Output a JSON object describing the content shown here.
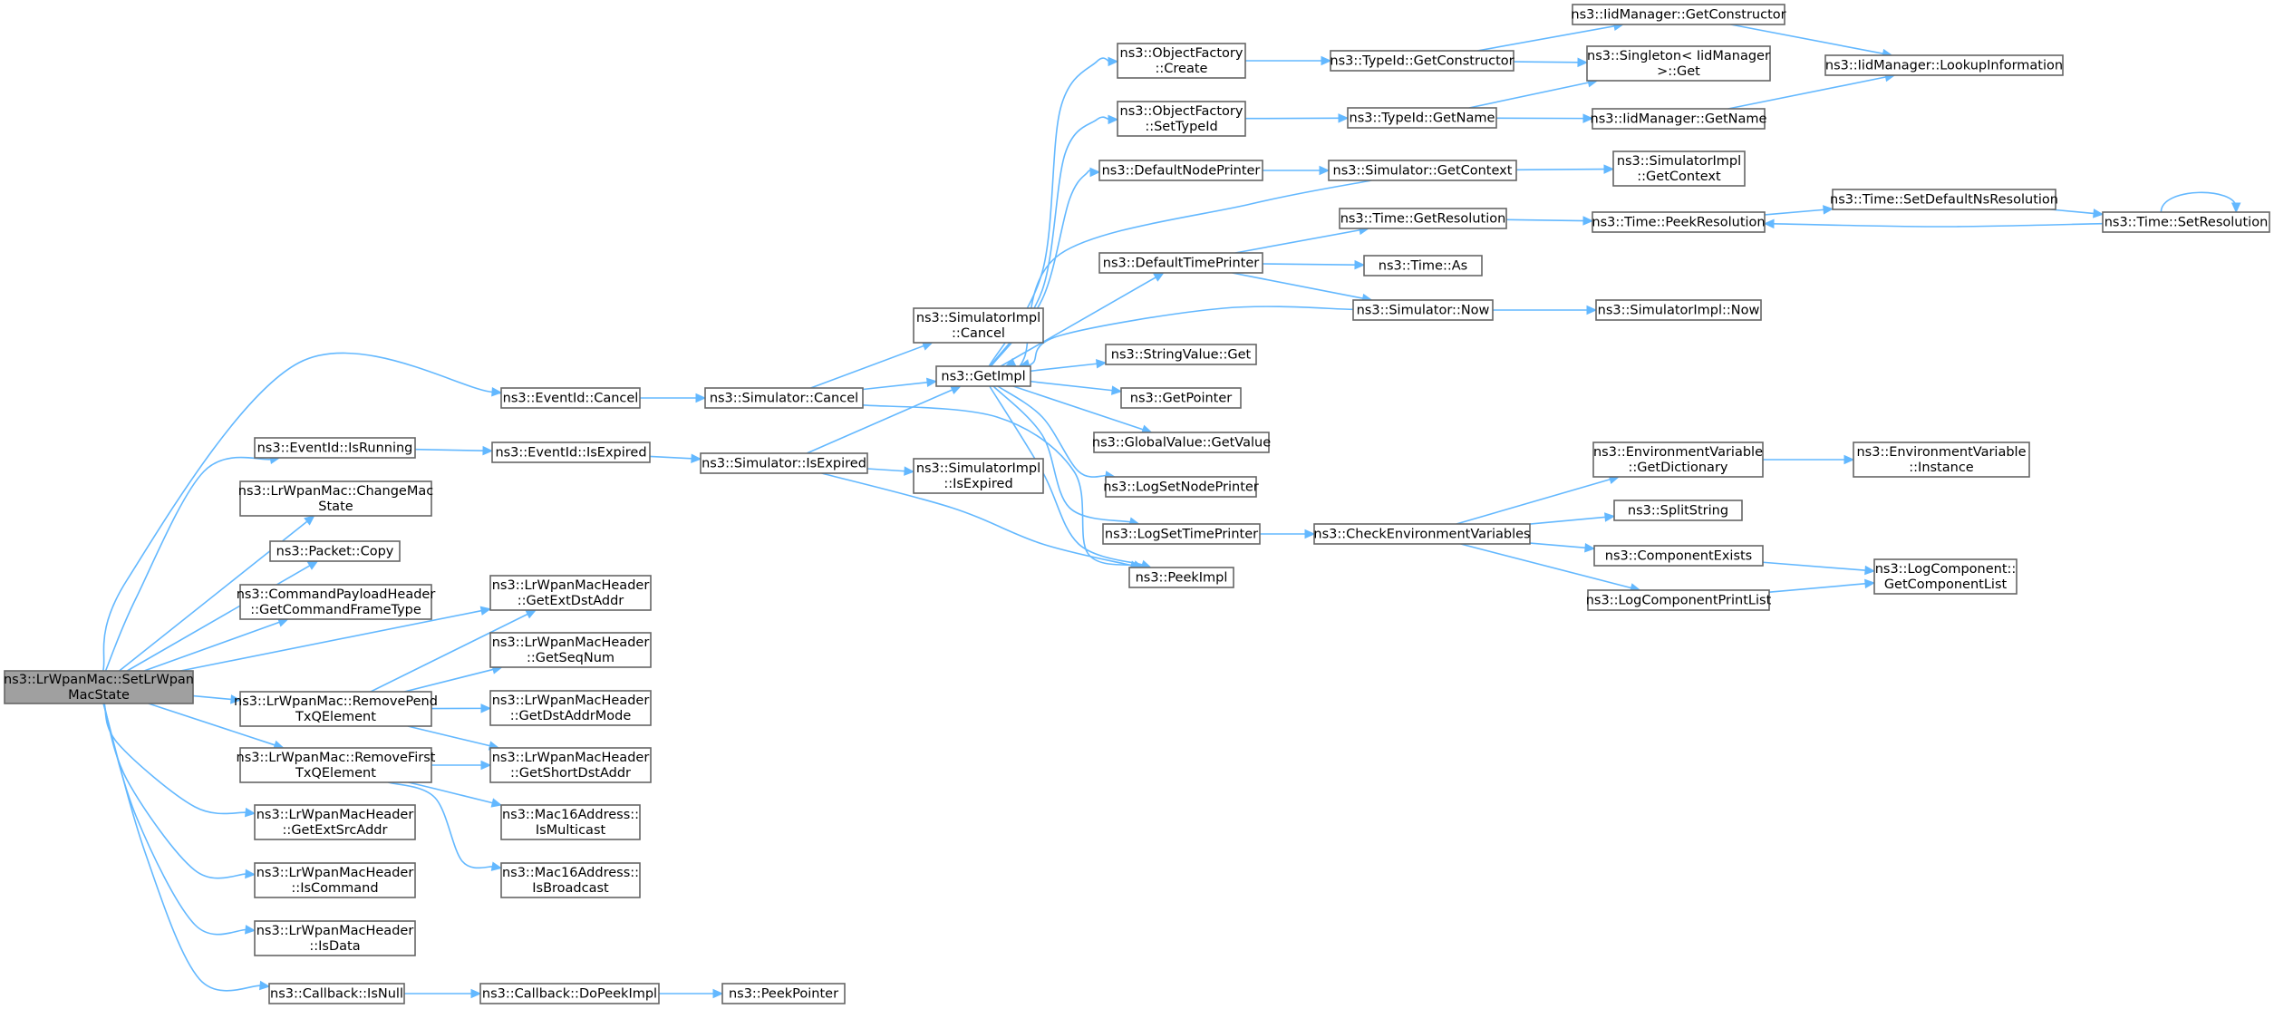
{
  "graph": {
    "nodes": [
      {
        "id": "setstate",
        "lines": [
          "ns3::LrWpanMac::SetLrWpan",
          "MacState"
        ],
        "root": true
      },
      {
        "id": "evcancel",
        "lines": [
          "ns3::EventId::Cancel"
        ]
      },
      {
        "id": "evrunning",
        "lines": [
          "ns3::EventId::IsRunning"
        ]
      },
      {
        "id": "changemac",
        "lines": [
          "ns3::LrWpanMac::ChangeMac",
          "State"
        ]
      },
      {
        "id": "pktcopy",
        "lines": [
          "ns3::Packet::Copy"
        ]
      },
      {
        "id": "cmdframe",
        "lines": [
          "ns3::CommandPayloadHeader",
          "::GetCommandFrameType"
        ]
      },
      {
        "id": "removepend",
        "lines": [
          "ns3::LrWpanMac::RemovePend",
          "TxQElement"
        ]
      },
      {
        "id": "removefirst",
        "lines": [
          "ns3::LrWpanMac::RemoveFirst",
          "TxQElement"
        ]
      },
      {
        "id": "extsrc",
        "lines": [
          "ns3::LrWpanMacHeader",
          "::GetExtSrcAddr"
        ]
      },
      {
        "id": "iscommand",
        "lines": [
          "ns3::LrWpanMacHeader",
          "::IsCommand"
        ]
      },
      {
        "id": "isdata",
        "lines": [
          "ns3::LrWpanMacHeader",
          "::IsData"
        ]
      },
      {
        "id": "cbisnull",
        "lines": [
          "ns3::Callback::IsNull"
        ]
      },
      {
        "id": "evexpired",
        "lines": [
          "ns3::EventId::IsExpired"
        ]
      },
      {
        "id": "extdst",
        "lines": [
          "ns3::LrWpanMacHeader",
          "::GetExtDstAddr"
        ]
      },
      {
        "id": "seqnum",
        "lines": [
          "ns3::LrWpanMacHeader",
          "::GetSeqNum"
        ]
      },
      {
        "id": "dstmode",
        "lines": [
          "ns3::LrWpanMacHeader",
          "::GetDstAddrMode"
        ]
      },
      {
        "id": "shortdst",
        "lines": [
          "ns3::LrWpanMacHeader",
          "::GetShortDstAddr"
        ]
      },
      {
        "id": "multicast",
        "lines": [
          "ns3::Mac16Address::",
          "IsMulticast"
        ]
      },
      {
        "id": "broadcast",
        "lines": [
          "ns3::Mac16Address::",
          "IsBroadcast"
        ]
      },
      {
        "id": "dopeek",
        "lines": [
          "ns3::Callback::DoPeekImpl"
        ]
      },
      {
        "id": "simcancel",
        "lines": [
          "ns3::Simulator::Cancel"
        ]
      },
      {
        "id": "simexpired",
        "lines": [
          "ns3::Simulator::IsExpired"
        ]
      },
      {
        "id": "peekptr",
        "lines": [
          "ns3::PeekPointer"
        ]
      },
      {
        "id": "implcancel",
        "lines": [
          "ns3::SimulatorImpl",
          "::Cancel"
        ]
      },
      {
        "id": "implexpired",
        "lines": [
          "ns3::SimulatorImpl",
          "::IsExpired"
        ]
      },
      {
        "id": "getimpl",
        "lines": [
          "ns3::GetImpl"
        ]
      },
      {
        "id": "peekimpl",
        "lines": [
          "ns3::PeekImpl"
        ]
      },
      {
        "id": "ofcreate",
        "lines": [
          "ns3::ObjectFactory",
          "::Create"
        ]
      },
      {
        "id": "ofsettype",
        "lines": [
          "ns3::ObjectFactory",
          "::SetTypeId"
        ]
      },
      {
        "id": "defnode",
        "lines": [
          "ns3::DefaultNodePrinter"
        ]
      },
      {
        "id": "deftime",
        "lines": [
          "ns3::DefaultTimePrinter"
        ]
      },
      {
        "id": "strget",
        "lines": [
          "ns3::StringValue::Get"
        ]
      },
      {
        "id": "getptr",
        "lines": [
          "ns3::GetPointer"
        ]
      },
      {
        "id": "gvget",
        "lines": [
          "ns3::GlobalValue::GetValue"
        ]
      },
      {
        "id": "lognode",
        "lines": [
          "ns3::LogSetNodePrinter"
        ]
      },
      {
        "id": "logtime",
        "lines": [
          "ns3::LogSetTimePrinter"
        ]
      },
      {
        "id": "tidctor",
        "lines": [
          "ns3::TypeId::GetConstructor"
        ]
      },
      {
        "id": "tidname",
        "lines": [
          "ns3::TypeId::GetName"
        ]
      },
      {
        "id": "simctx",
        "lines": [
          "ns3::Simulator::GetContext"
        ]
      },
      {
        "id": "timeres",
        "lines": [
          "ns3::Time::GetResolution"
        ]
      },
      {
        "id": "timeas",
        "lines": [
          "ns3::Time::As"
        ]
      },
      {
        "id": "simnow",
        "lines": [
          "ns3::Simulator::Now"
        ]
      },
      {
        "id": "checkenv",
        "lines": [
          "ns3::CheckEnvironmentVariables"
        ]
      },
      {
        "id": "iidctor",
        "lines": [
          "ns3::IidManager::GetConstructor"
        ]
      },
      {
        "id": "singleton",
        "lines": [
          "ns3::Singleton< IidManager",
          " >::Get"
        ]
      },
      {
        "id": "iidname",
        "lines": [
          "ns3::IidManager::GetName"
        ]
      },
      {
        "id": "implctx",
        "lines": [
          "ns3::SimulatorImpl",
          "::GetContext"
        ]
      },
      {
        "id": "peekres",
        "lines": [
          "ns3::Time::PeekResolution"
        ]
      },
      {
        "id": "implnow",
        "lines": [
          "ns3::SimulatorImpl::Now"
        ]
      },
      {
        "id": "envdict",
        "lines": [
          "ns3::EnvironmentVariable",
          "::GetDictionary"
        ]
      },
      {
        "id": "splitstr",
        "lines": [
          "ns3::SplitString"
        ]
      },
      {
        "id": "compexists",
        "lines": [
          "ns3::ComponentExists"
        ]
      },
      {
        "id": "logprint",
        "lines": [
          "ns3::LogComponentPrintList"
        ]
      },
      {
        "id": "lookup",
        "lines": [
          "ns3::IidManager::LookupInformation"
        ]
      },
      {
        "id": "setdefns",
        "lines": [
          "ns3::Time::SetDefaultNsResolution"
        ]
      },
      {
        "id": "setres",
        "lines": [
          "ns3::Time::SetResolution"
        ]
      },
      {
        "id": "envinst",
        "lines": [
          "ns3::EnvironmentVariable",
          "::Instance"
        ]
      },
      {
        "id": "complist",
        "lines": [
          "ns3::LogComponent::",
          "GetComponentList"
        ]
      }
    ],
    "edges": [
      [
        "setstate",
        "evcancel"
      ],
      [
        "setstate",
        "evrunning"
      ],
      [
        "setstate",
        "changemac"
      ],
      [
        "setstate",
        "pktcopy"
      ],
      [
        "setstate",
        "cmdframe"
      ],
      [
        "setstate",
        "extdst"
      ],
      [
        "setstate",
        "removepend"
      ],
      [
        "setstate",
        "removefirst"
      ],
      [
        "setstate",
        "extsrc"
      ],
      [
        "setstate",
        "iscommand"
      ],
      [
        "setstate",
        "isdata"
      ],
      [
        "setstate",
        "cbisnull"
      ],
      [
        "evcancel",
        "simcancel"
      ],
      [
        "evrunning",
        "evexpired"
      ],
      [
        "evexpired",
        "simexpired"
      ],
      [
        "removepend",
        "extdst"
      ],
      [
        "removepend",
        "seqnum"
      ],
      [
        "removepend",
        "dstmode"
      ],
      [
        "removepend",
        "shortdst"
      ],
      [
        "removefirst",
        "shortdst"
      ],
      [
        "removefirst",
        "multicast"
      ],
      [
        "removefirst",
        "broadcast"
      ],
      [
        "cbisnull",
        "dopeek"
      ],
      [
        "dopeek",
        "peekptr"
      ],
      [
        "simcancel",
        "implcancel"
      ],
      [
        "simcancel",
        "getimpl"
      ],
      [
        "simcancel",
        "peekimpl"
      ],
      [
        "simexpired",
        "getimpl"
      ],
      [
        "simexpired",
        "implexpired"
      ],
      [
        "simexpired",
        "peekimpl"
      ],
      [
        "getimpl",
        "ofcreate"
      ],
      [
        "getimpl",
        "ofsettype"
      ],
      [
        "getimpl",
        "defnode"
      ],
      [
        "getimpl",
        "deftime"
      ],
      [
        "getimpl",
        "strget"
      ],
      [
        "getimpl",
        "getptr"
      ],
      [
        "getimpl",
        "gvget"
      ],
      [
        "getimpl",
        "lognode"
      ],
      [
        "getimpl",
        "logtime"
      ],
      [
        "getimpl",
        "peekimpl"
      ],
      [
        "ofcreate",
        "tidctor"
      ],
      [
        "ofsettype",
        "tidname"
      ],
      [
        "defnode",
        "simctx"
      ],
      [
        "deftime",
        "timeres"
      ],
      [
        "deftime",
        "timeas"
      ],
      [
        "deftime",
        "simnow"
      ],
      [
        "logtime",
        "checkenv"
      ],
      [
        "simctx",
        "getimpl"
      ],
      [
        "simctx",
        "implctx"
      ],
      [
        "simnow",
        "getimpl"
      ],
      [
        "simnow",
        "implnow"
      ],
      [
        "tidctor",
        "iidctor"
      ],
      [
        "tidctor",
        "singleton"
      ],
      [
        "tidname",
        "singleton"
      ],
      [
        "tidname",
        "iidname"
      ],
      [
        "iidctor",
        "lookup"
      ],
      [
        "iidname",
        "lookup"
      ],
      [
        "timeres",
        "peekres"
      ],
      [
        "peekres",
        "setdefns"
      ],
      [
        "setdefns",
        "setres"
      ],
      [
        "setres",
        "peekres"
      ],
      [
        "setres",
        "setres"
      ],
      [
        "checkenv",
        "envdict"
      ],
      [
        "checkenv",
        "splitstr"
      ],
      [
        "checkenv",
        "compexists"
      ],
      [
        "checkenv",
        "logprint"
      ],
      [
        "envdict",
        "envinst"
      ],
      [
        "compexists",
        "complist"
      ],
      [
        "logprint",
        "complist"
      ]
    ]
  }
}
